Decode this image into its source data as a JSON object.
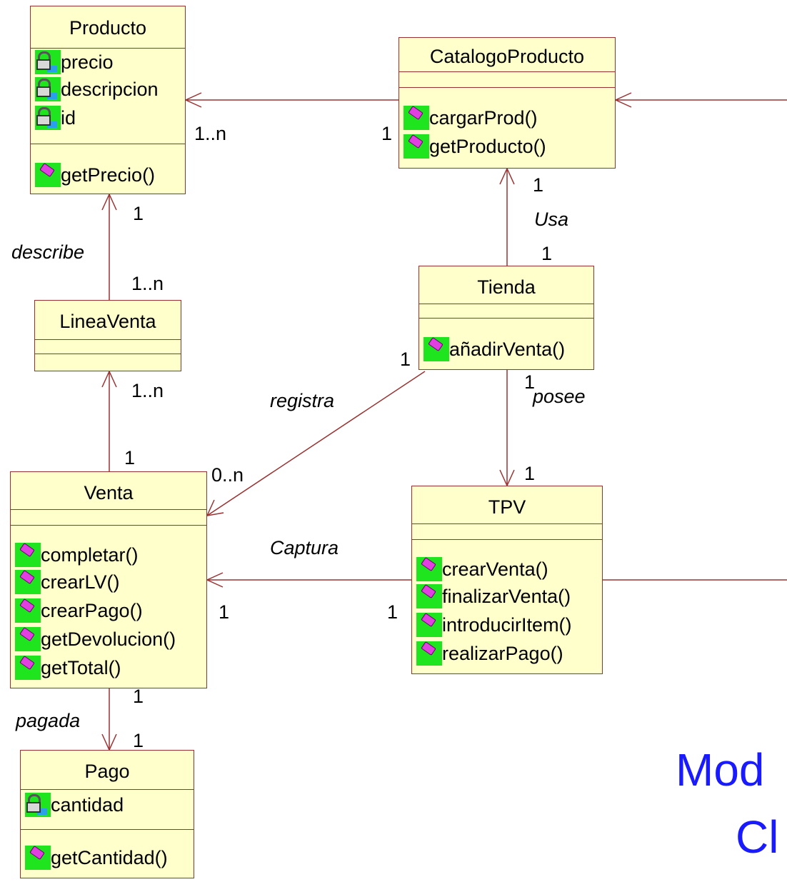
{
  "classes": {
    "producto": {
      "name": "Producto",
      "attributes": [
        "precio",
        "descripcion",
        "id"
      ],
      "operations": [
        "getPrecio()"
      ]
    },
    "catalogo": {
      "name": "CatalogoProducto",
      "operations": [
        "cargarProd()",
        "getProducto()"
      ]
    },
    "tienda": {
      "name": "Tienda",
      "operations": [
        "añadirVenta()"
      ]
    },
    "lineaventa": {
      "name": "LineaVenta"
    },
    "venta": {
      "name": "Venta",
      "operations": [
        "completar()",
        "crearLV()",
        "crearPago()",
        "getDevolucion()",
        "getTotal()"
      ]
    },
    "tpv": {
      "name": "TPV",
      "operations": [
        "crearVenta()",
        "finalizarVenta()",
        "introducirItem()",
        "realizarPago()"
      ]
    },
    "pago": {
      "name": "Pago",
      "attributes": [
        "cantidad"
      ],
      "operations": [
        "getCantidad()"
      ]
    }
  },
  "associations": {
    "describe": "describe",
    "usa": "Usa",
    "registra": "registra",
    "posee": "posee",
    "captura": "Captura",
    "pagada": "pagada"
  },
  "multiplicities": {
    "prod_cat": "1..n",
    "cat_prod": "1",
    "prod_lv": "1",
    "lv_prod": "1..n",
    "cat_tienda": "1",
    "tienda_cat": "1",
    "tienda_venta": "1",
    "venta_tienda": "0..n",
    "tienda_tpv": "1",
    "tpv_tienda": "1",
    "lv_venta": "1..n",
    "venta_lv": "1",
    "venta_tpv": "1",
    "tpv_venta": "1",
    "venta_pago": "1",
    "pago_venta": "1"
  },
  "title": {
    "line1": "Mod",
    "line2": "Cl"
  }
}
